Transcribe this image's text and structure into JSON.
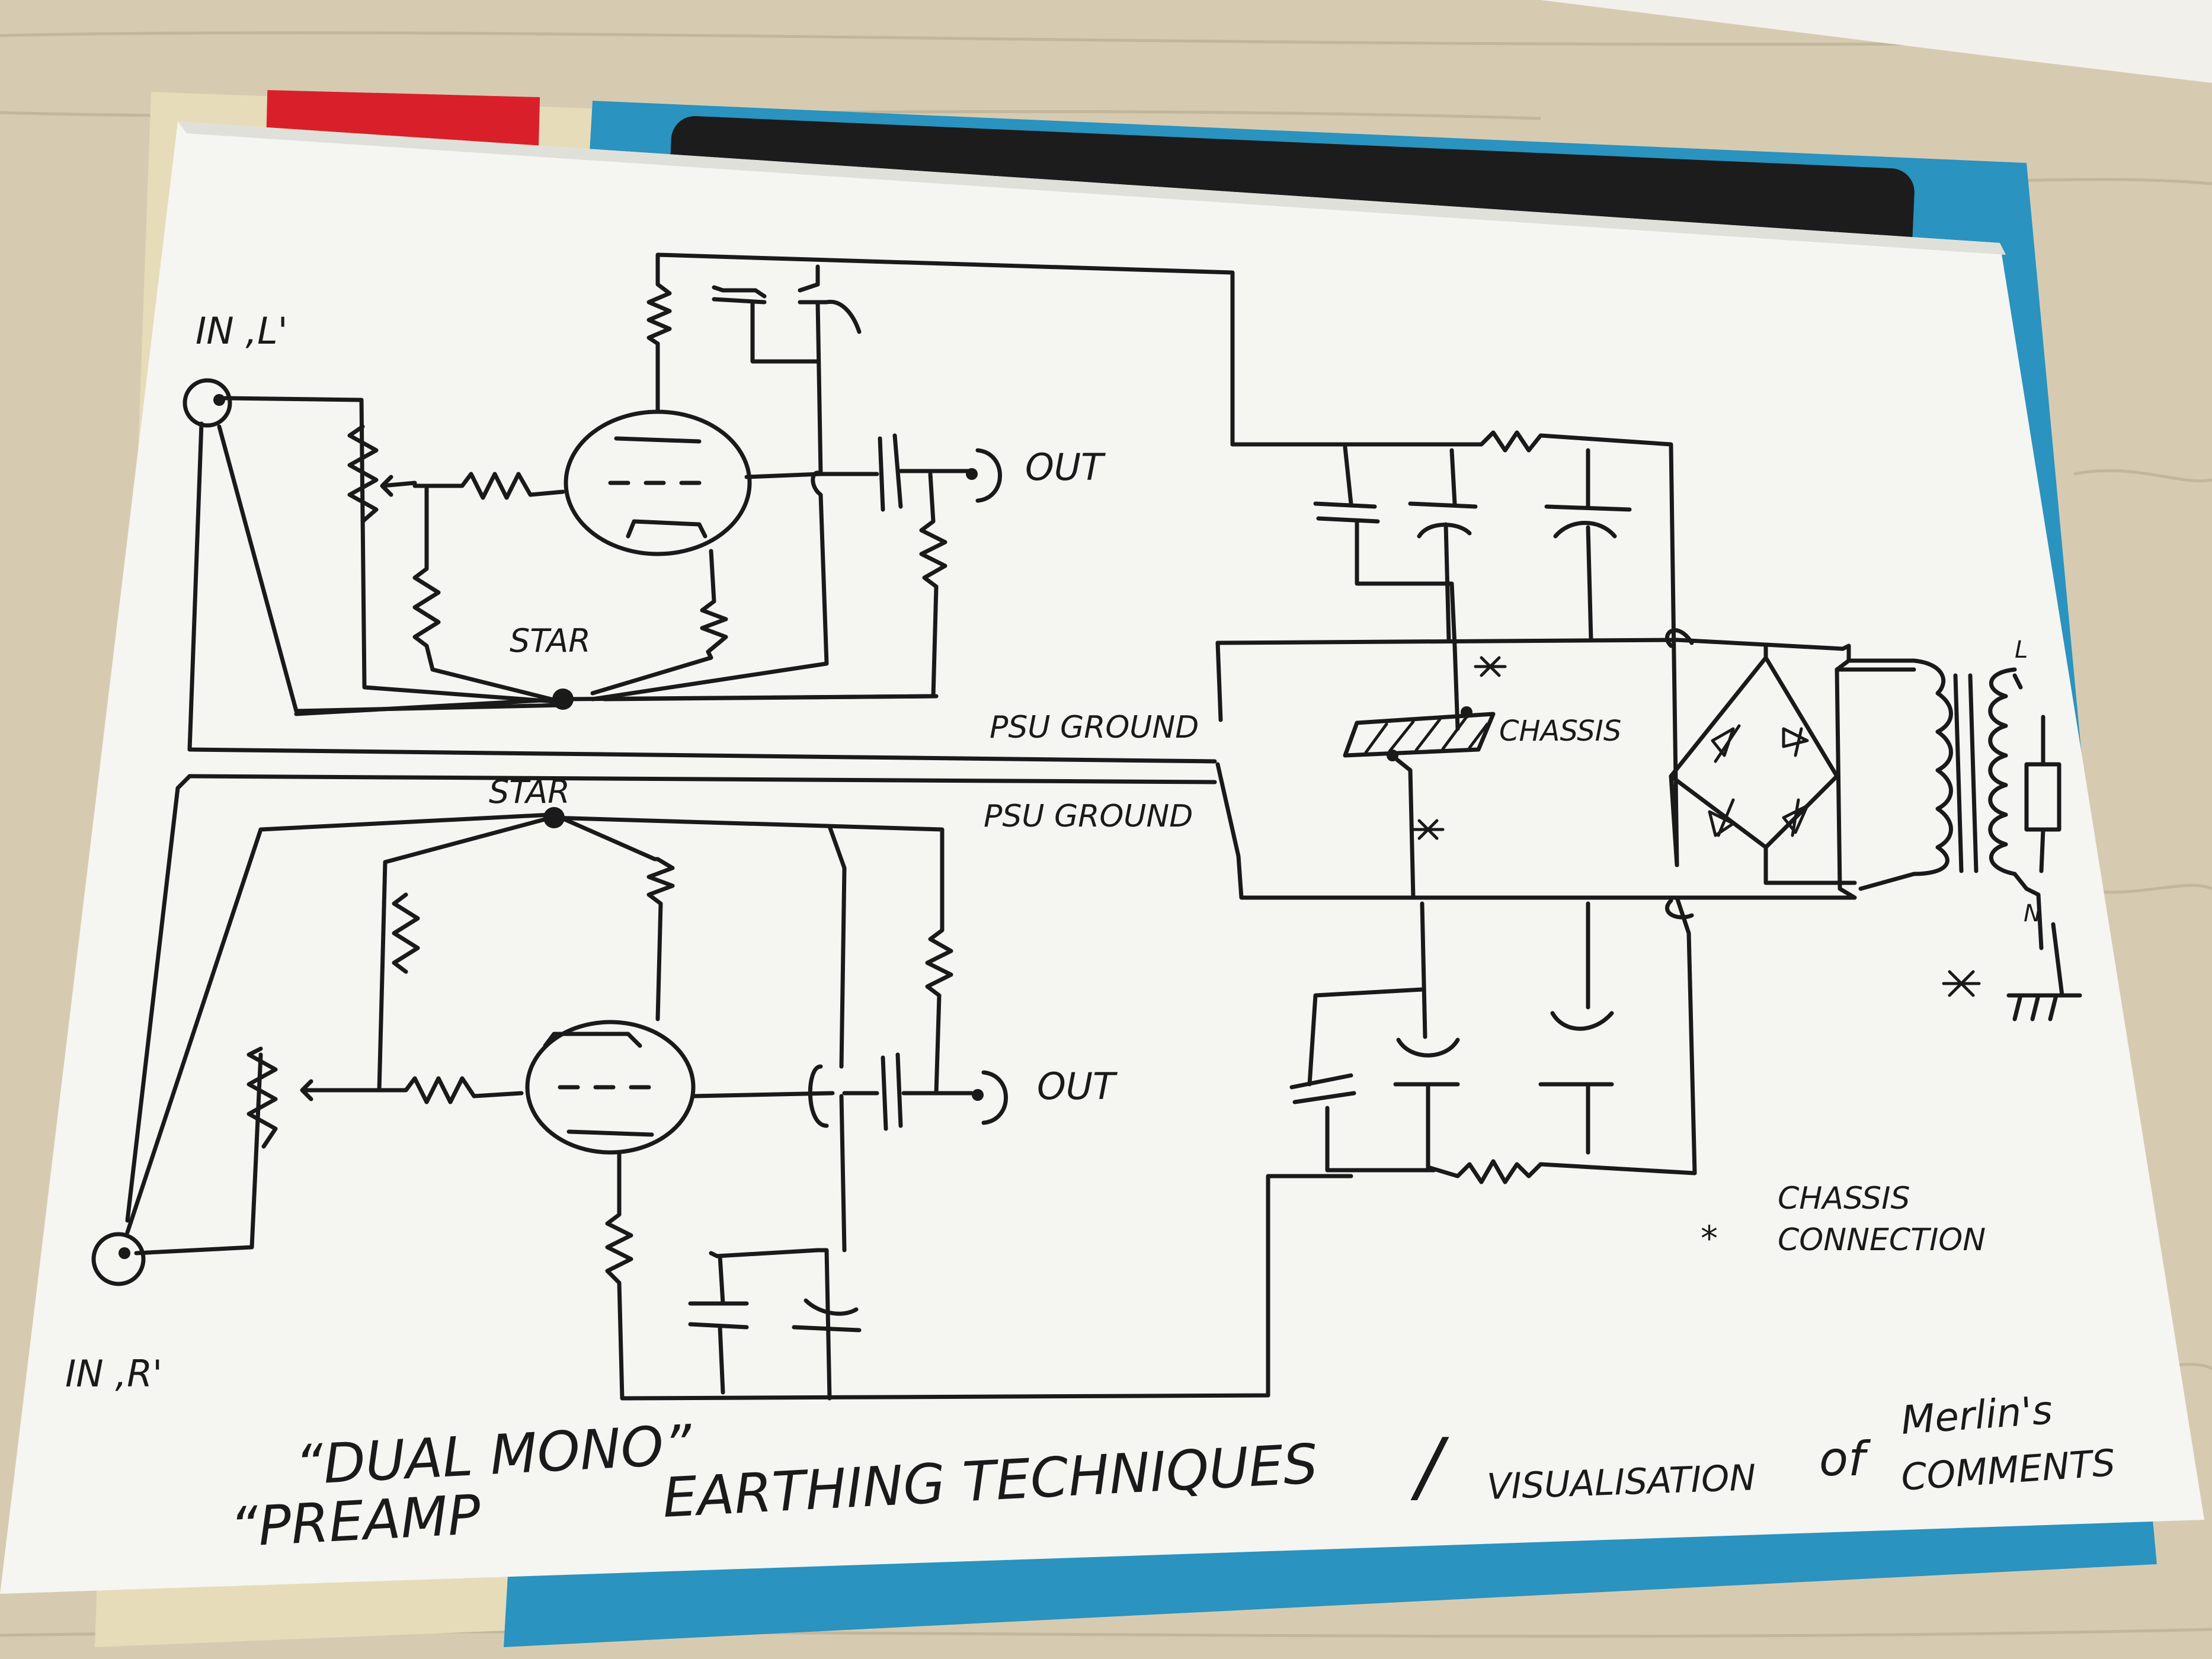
{
  "labels": {
    "in_l": "IN ,L'",
    "in_r": "IN ,R'",
    "out_top": "OUT",
    "out_bottom": "OUT",
    "star_top": "STAR",
    "star_bottom": "STAR",
    "psu_ground_top": "PSU GROUND",
    "psu_ground_bottom": "PSU GROUND",
    "chassis": "CHASSIS",
    "transformer_l": "L",
    "transformer_n": "N",
    "legend_line1": "CHASSIS",
    "legend_line2": "CONNECTION",
    "legend_symbol": "*"
  },
  "caption": {
    "dual_mono": "“DUAL MONO”",
    "preamp": "“PREAMP",
    "earthing": "EARTHING TECHNIQUES",
    "slash": "/",
    "visualisation": "VISUALISATION",
    "of": "of",
    "merlins": "Merlin's",
    "comments": "COMMENTS"
  }
}
